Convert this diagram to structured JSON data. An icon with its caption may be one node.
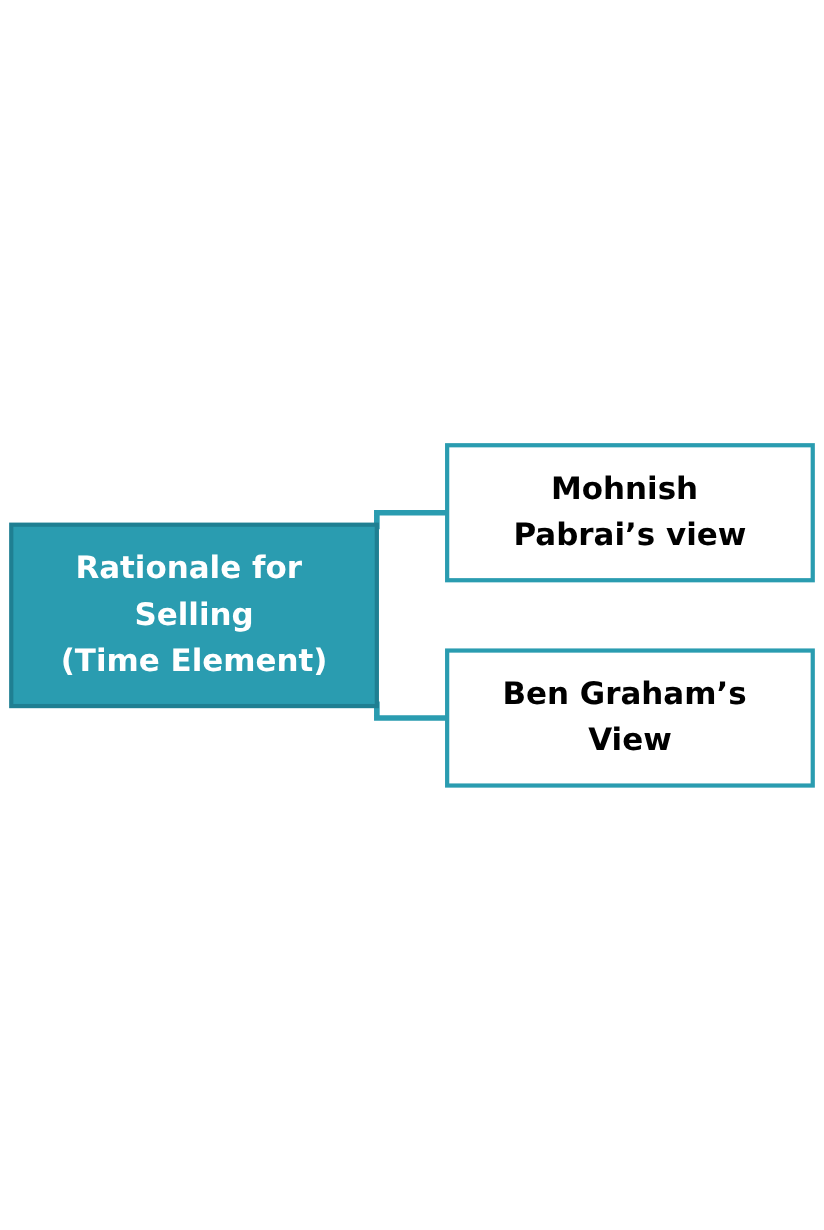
{
  "diagram": {
    "nodes": [
      {
        "text": [
          "Rationale for Selling",
          "(Time Element)"
        ]
      },
      {
        "text": [
          "Mohnish Pabrai’s view"
        ]
      },
      {
        "text": [
          "Ben Graham’s View"
        ]
      }
    ],
    "edges": [
      {
        "from": 0,
        "to": 1,
        "arrow": "none"
      },
      {
        "from": 0,
        "to": 2,
        "arrow": "none"
      }
    ]
  }
}
